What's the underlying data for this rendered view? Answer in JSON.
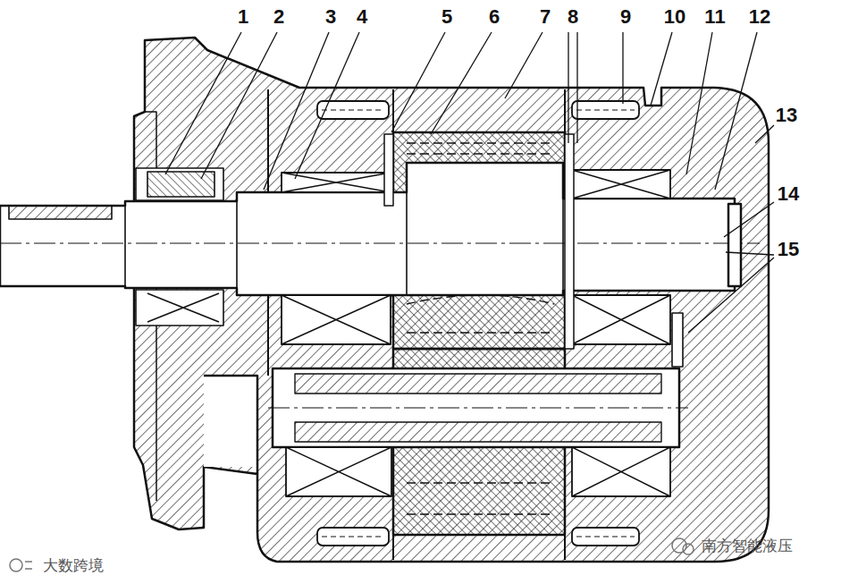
{
  "diagram": {
    "labels": [
      "1",
      "2",
      "3",
      "4",
      "5",
      "6",
      "7",
      "8",
      "9",
      "10",
      "11",
      "12",
      "13",
      "14",
      "15",
      "大数跨境",
      "南方智能液压"
    ]
  }
}
